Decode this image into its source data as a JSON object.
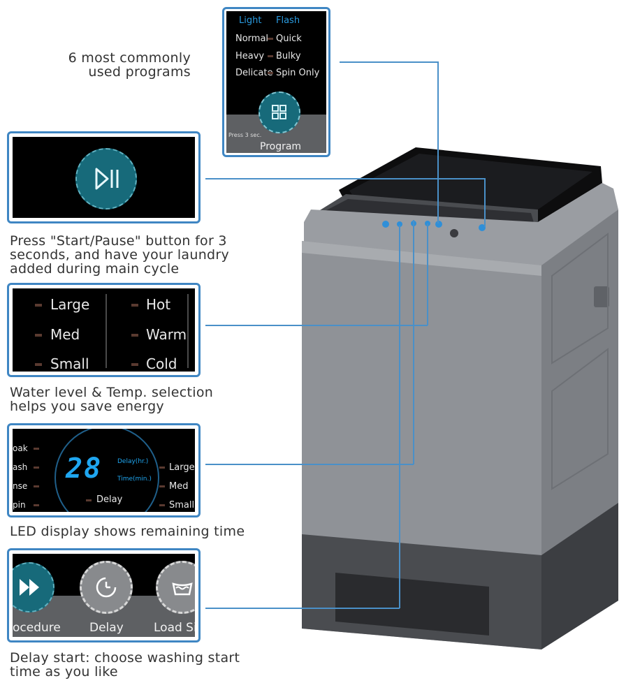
{
  "captions": {
    "programs": "6 most commonly\nused programs",
    "start_pause": "Press \"Start/Pause\" button for 3\nseconds, and have your laundry\nadded during main cycle",
    "water_temp": "Water level & Temp. selection\nhelps you save energy",
    "led": "LED display shows remaining time",
    "delay": "Delay start: choose washing start\ntime as you like"
  },
  "program_panel": {
    "top_left": "Light",
    "top_right": "Flash",
    "left_items": [
      "Normal",
      "Heavy",
      "Delicate"
    ],
    "right_items": [
      "Quick",
      "Bulky",
      "Spin Only"
    ],
    "press_hint": "Press 3 sec.",
    "label": "Program",
    "icon": "grid-icon"
  },
  "start_panel": {
    "icon": "play-pause-icon"
  },
  "level_panel": {
    "levels": [
      "Large",
      "Med",
      "Small"
    ],
    "temps": [
      "Hot",
      "Warm",
      "Cold"
    ]
  },
  "led_panel": {
    "cycles": [
      "oak",
      "ash",
      "nse",
      "pin"
    ],
    "digits": "28",
    "delay_unit": "Delay(hr.)",
    "time_unit": "Time(min.)",
    "delay_label": "Delay",
    "sizes": [
      "Large",
      "Med",
      "Small"
    ]
  },
  "button_panel": {
    "labels": [
      "ocedure",
      "Delay",
      "Load Si"
    ],
    "icons": [
      "fast-forward-icon",
      "clock-icon",
      "basin-icon"
    ]
  },
  "colors": {
    "accent": "#3f86c3",
    "led": "#1fa6f0",
    "machine": "#8a8d92"
  }
}
